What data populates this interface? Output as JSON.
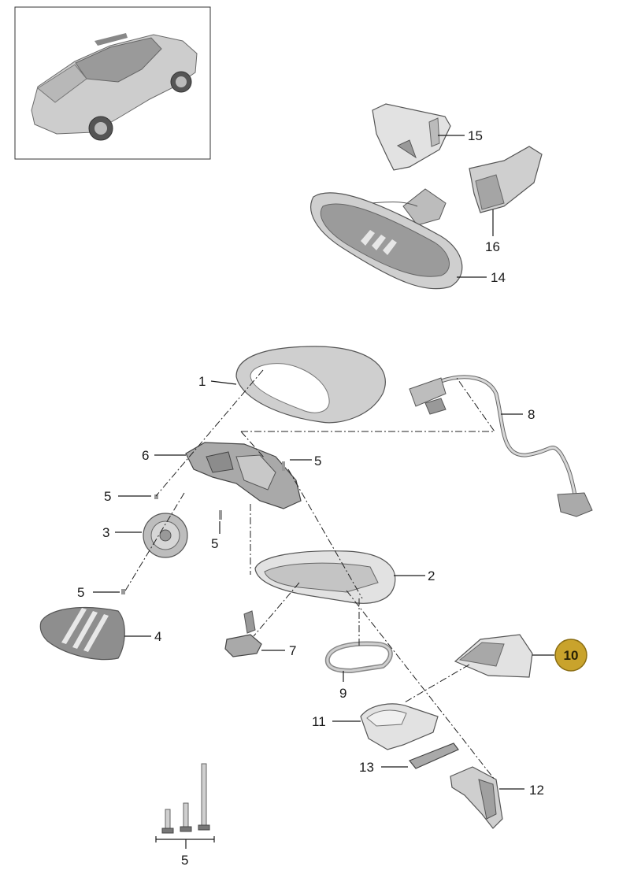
{
  "callouts": {
    "c1": "1",
    "c2": "2",
    "c3": "3",
    "c4": "4",
    "c5a": "5",
    "c5b": "5",
    "c5c": "5",
    "c5d": "5",
    "c5e": "5",
    "c6": "6",
    "c7": "7",
    "c8": "8",
    "c9": "9",
    "c10": "10",
    "c11": "11",
    "c12": "12",
    "c13": "13",
    "c14": "14",
    "c15": "15",
    "c16": "16"
  },
  "highlight": {
    "part": "10",
    "color": "#c9a32c",
    "border": "#8a6d12"
  },
  "icons": {
    "vehicle": "car-thumbnail-icon"
  }
}
